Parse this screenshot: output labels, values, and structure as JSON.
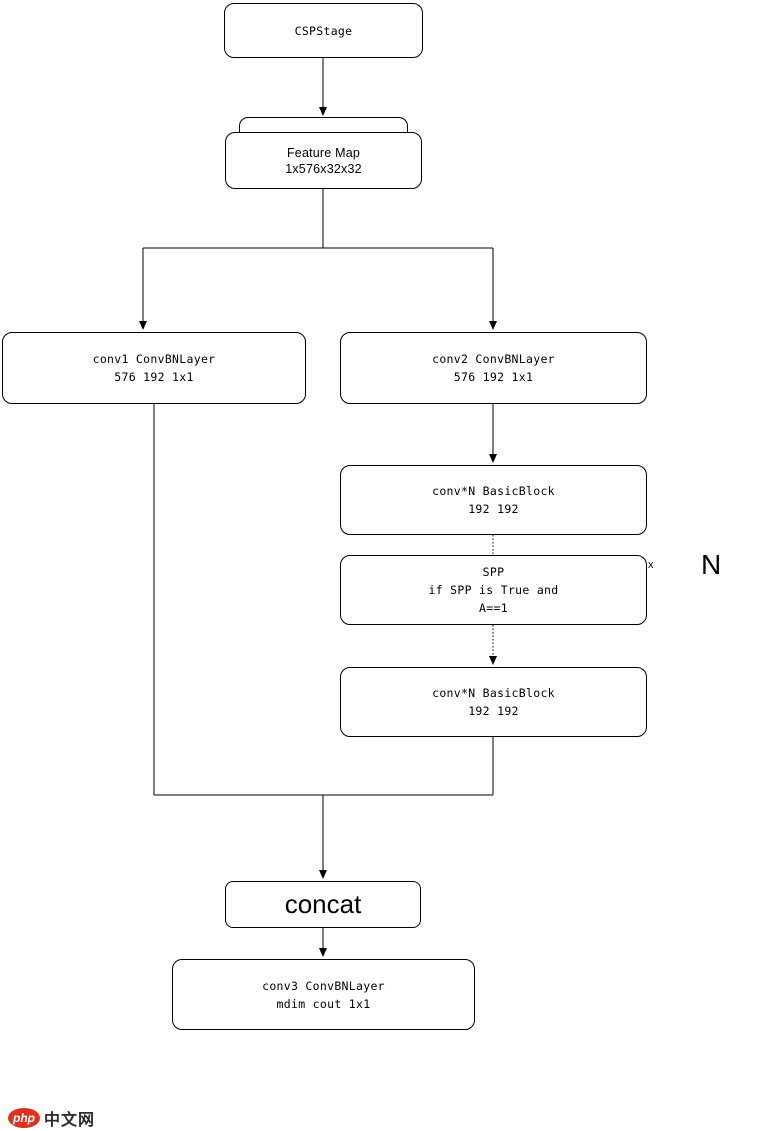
{
  "diagram": {
    "title_node": "CSPStage",
    "nodes": {
      "cspstage": {
        "label": "CSPStage"
      },
      "feature_map": {
        "line1": "Feature Map",
        "line2": "1x576x32x32"
      },
      "conv1": {
        "line1": "conv1 ConvBNLayer",
        "line2": "576 192 1x1"
      },
      "conv2": {
        "line1": "conv2 ConvBNLayer",
        "line2": "576 192 1x1"
      },
      "basicblock1": {
        "line1": "conv*N BasicBlock",
        "line2": "192 192"
      },
      "spp": {
        "line1": "SPP",
        "line2": "if SPP is True and",
        "line3": "A==1"
      },
      "basicblock2": {
        "line1": "conv*N BasicBlock",
        "line2": "192 192"
      },
      "concat": {
        "label": "concat"
      },
      "conv3": {
        "line1": "conv3 ConvBNLayer",
        "line2": "mdim cout 1x1"
      }
    },
    "annotations": {
      "repeat_x": "x",
      "repeat_n": "N"
    },
    "edges": [
      {
        "from": "CSPStage",
        "to": "Feature Map",
        "style": "solid-arrow"
      },
      {
        "from": "Feature Map",
        "to": "split-junction",
        "style": "solid"
      },
      {
        "from": "split-junction",
        "to": "conv1 ConvBNLayer",
        "style": "solid-arrow"
      },
      {
        "from": "split-junction",
        "to": "conv2 ConvBNLayer",
        "style": "solid-arrow"
      },
      {
        "from": "conv2 ConvBNLayer",
        "to": "conv*N BasicBlock (1)",
        "style": "solid-arrow"
      },
      {
        "from": "conv*N BasicBlock (1)",
        "to": "SPP",
        "style": "dotted"
      },
      {
        "from": "SPP",
        "to": "conv*N BasicBlock (2)",
        "style": "dotted-arrow"
      },
      {
        "from": "conv*N BasicBlock (2)",
        "to": "merge-junction",
        "style": "solid"
      },
      {
        "from": "conv1 ConvBNLayer",
        "to": "merge-junction",
        "style": "solid"
      },
      {
        "from": "merge-junction",
        "to": "concat",
        "style": "solid-arrow"
      },
      {
        "from": "concat",
        "to": "conv3 ConvBNLayer",
        "style": "solid-arrow"
      }
    ],
    "line_color": "#000000",
    "box_background": "#ffffff"
  },
  "footer": {
    "logo_php": "php",
    "logo_cn": "中文网",
    "logo_badge_color": "#e0301e"
  }
}
